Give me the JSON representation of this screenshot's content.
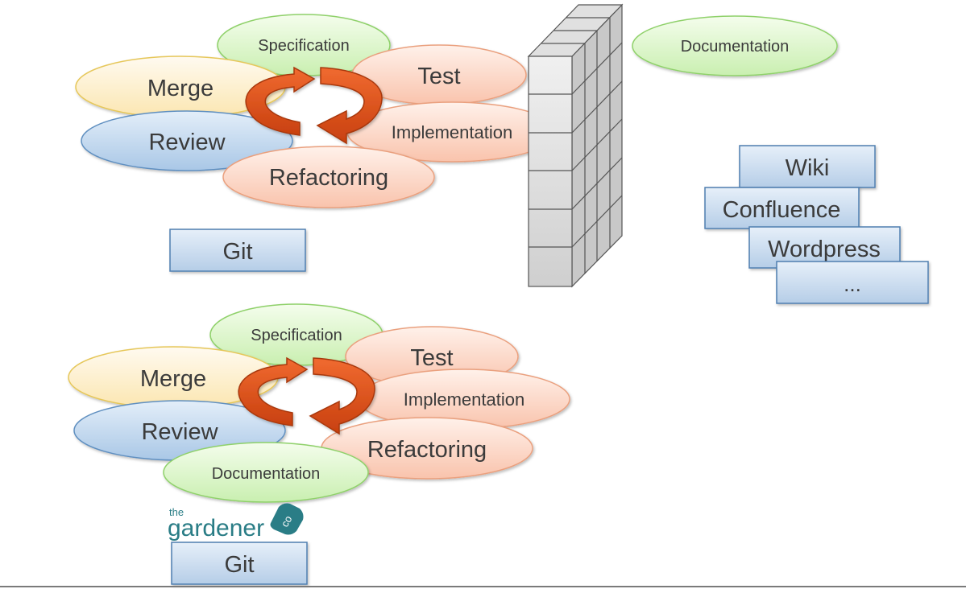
{
  "top": {
    "ellipses": {
      "specification": "Specification",
      "merge": "Merge",
      "test": "Test",
      "review": "Review",
      "implementation": "Implementation",
      "refactoring": "Refactoring"
    },
    "git": "Git",
    "documentation": "Documentation",
    "doc_tools": [
      "Wiki",
      "Confluence",
      "Wordpress",
      "..."
    ]
  },
  "bottom": {
    "ellipses": {
      "specification": "Specification",
      "merge": "Merge",
      "test": "Test",
      "review": "Review",
      "implementation": "Implementation",
      "refactoring": "Refactoring",
      "documentation": "Documentation"
    },
    "logo_small": "the",
    "logo_main": "gardener",
    "logo_badge": "co",
    "git": "Git"
  },
  "colors": {
    "green_fill": "#d8f5c4",
    "green_stroke": "#8fd16a",
    "yellow_fill": "#fdf0c8",
    "yellow_stroke": "#e6c75a",
    "blue_fill": "#c6dbf0",
    "blue_stroke": "#5f8fc0",
    "salmon_fill": "#fcd6c6",
    "salmon_stroke": "#eaa07e",
    "arrow": "#e0501a",
    "logo_teal": "#2a7d86"
  }
}
